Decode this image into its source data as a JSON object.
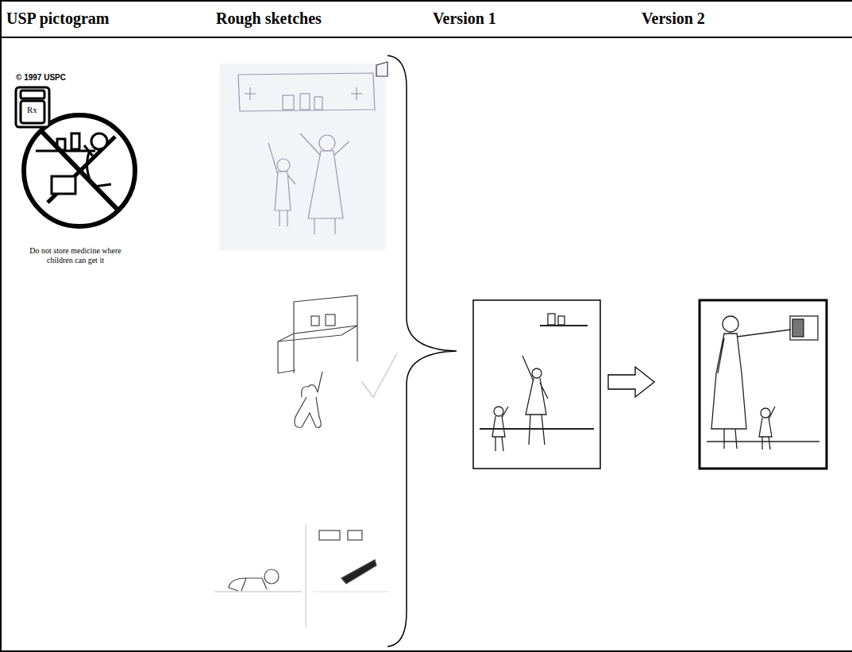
{
  "diagram": {
    "labels": [
      "USP pictogram",
      "Rough sketches",
      "Version 1",
      "Version 2",
      "© 1997 USPC",
      "Rx",
      "Do not store medicine where children can get it"
    ]
  }
}
